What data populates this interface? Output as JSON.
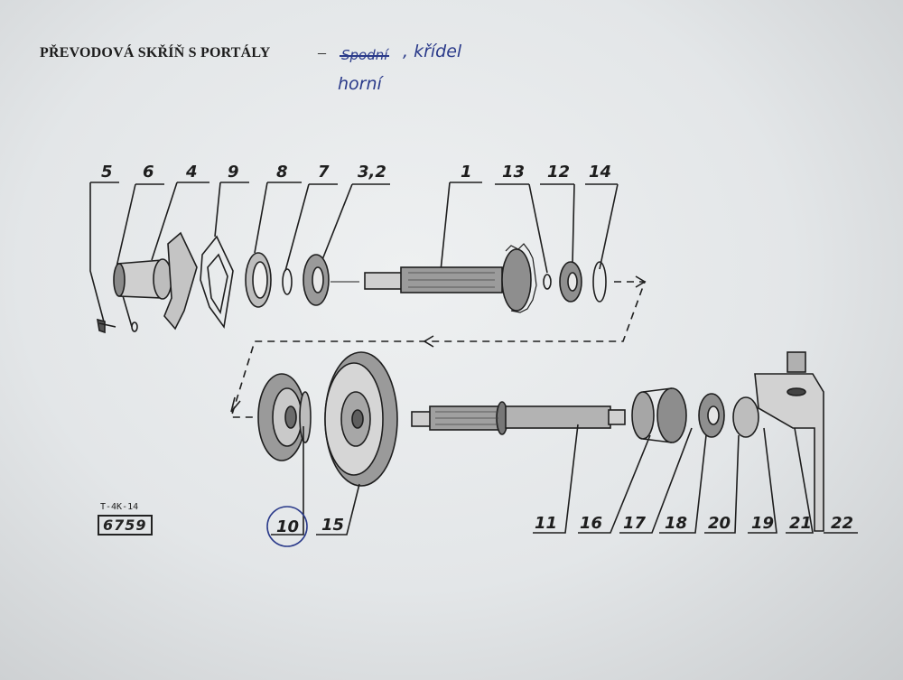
{
  "header": {
    "title": "PŘEVODOVÁ SKŘÍŇ S PORTÁLY",
    "dash": "–",
    "struck_word": "Spodní",
    "handwritten_line1": ", křídel",
    "handwritten_line2": "horní"
  },
  "drawing_code": {
    "small": "T-4K-14",
    "boxed": "6759"
  },
  "part_labels": {
    "p5": "5",
    "p6": "6",
    "p4": "4",
    "p9": "9",
    "p8": "8",
    "p7": "7",
    "p3_2": "3,2",
    "p1": "1",
    "p13": "13",
    "p12": "12",
    "p14": "14",
    "p10": "10",
    "p15": "15",
    "p11": "11",
    "p16": "16",
    "p17": "17",
    "p18": "18",
    "p20": "20",
    "p19": "19",
    "p21": "21",
    "p22": "22"
  },
  "colors": {
    "ink": "#1e1e1e",
    "pen": "#2a3a8a",
    "paper": "#e9ebec"
  }
}
